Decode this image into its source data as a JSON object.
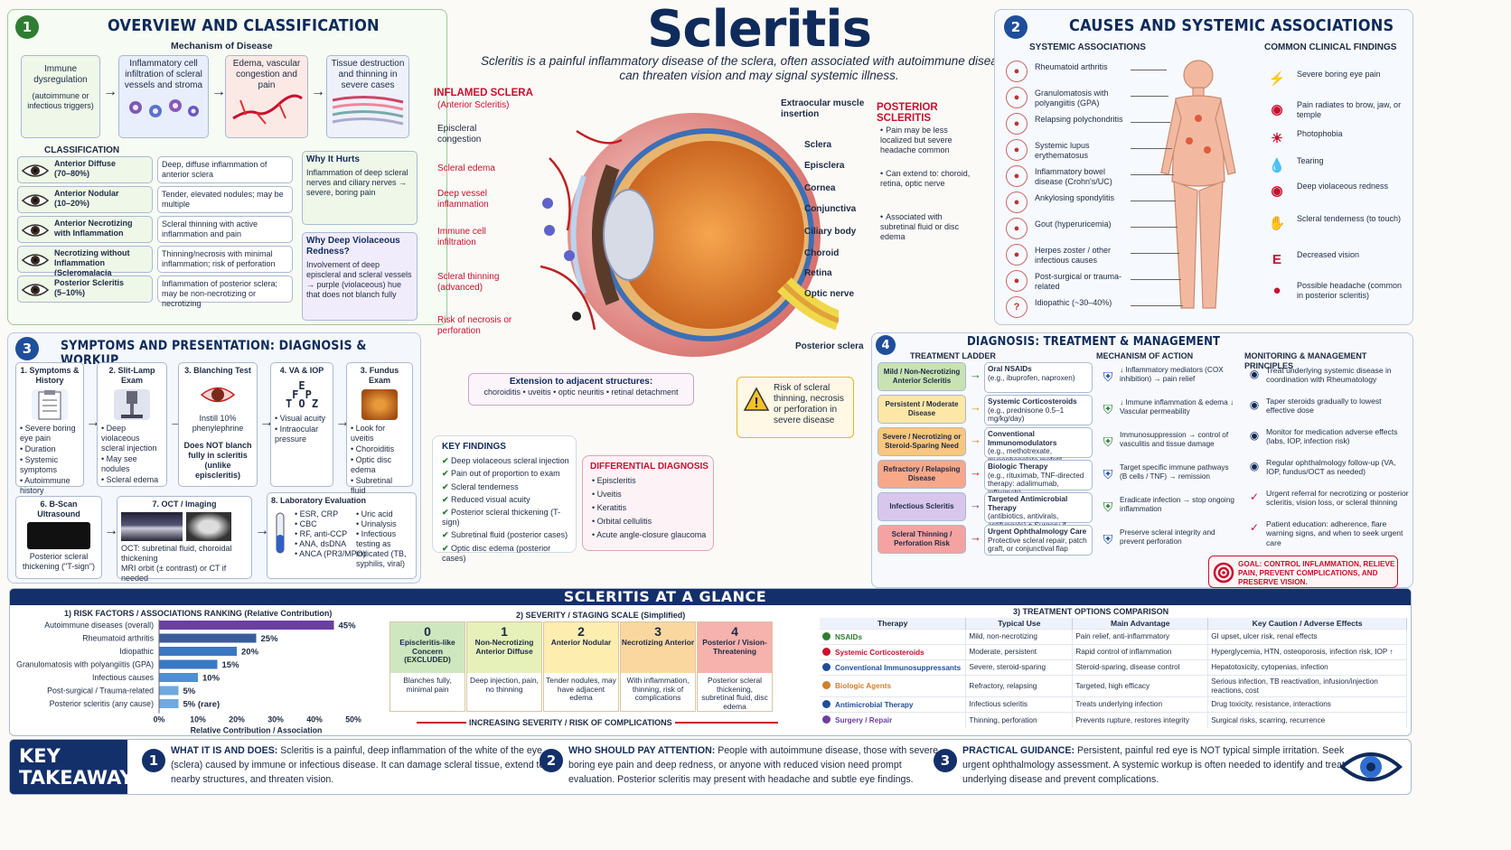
{
  "title": "Scleritis",
  "subtitle": "Scleritis is a painful inflammatory disease of the sclera, often associated with autoimmune disease, that can threaten vision and may signal systemic illness.",
  "colors": {
    "navy": "#0f2b5b",
    "red": "#c8102e",
    "green": "#2e7d32",
    "blue": "#1f4e9a",
    "purple": "#6a3fa0"
  },
  "s1": {
    "num": "1",
    "title": "OVERVIEW AND CLASSIFICATION",
    "mech_title": "Mechanism of Disease",
    "mech": [
      {
        "label": "Immune dysregulation",
        "note": "(autoimmune or infectious triggers)"
      },
      {
        "label": "Inflammatory cell infiltration of scleral vessels and stroma"
      },
      {
        "label": "Edema, vascular congestion and pain"
      },
      {
        "label": "Tissue destruction and thinning in severe cases"
      }
    ],
    "class_title": "CLASSIFICATION",
    "classes": [
      {
        "name": "Anterior Diffuse",
        "pct": "(70–80%)",
        "desc": "Deep, diffuse inflammation of anterior sclera"
      },
      {
        "name": "Anterior Nodular",
        "pct": "(10–20%)",
        "desc": "Tender, elevated nodules; may be multiple"
      },
      {
        "name": "Anterior Necrotizing with Inflammation",
        "pct": "",
        "desc": "Scleral thinning with active inflammation and pain"
      },
      {
        "name": "Necrotizing without Inflammation",
        "pct": "(Scleromalacia Perforans)",
        "desc": "Thinning/necrosis with minimal inflammation; risk of perforation"
      },
      {
        "name": "Posterior Scleritis",
        "pct": "(5–10%)",
        "desc": "Inflammation of posterior sclera; may be non-necrotizing or necrotizing"
      }
    ],
    "why_hurts_title": "Why It Hurts",
    "why_hurts": "Inflammation of deep scleral nerves and ciliary nerves → severe, boring pain",
    "why_violet_title": "Why Deep Violaceous Redness?",
    "why_violet": "Involvement of deep episcleral and scleral vessels → purple (violaceous) hue that does not blanch fully"
  },
  "eye": {
    "left_title": "INFLAMED SCLERA",
    "left_sub": "(Anterior Scleritis)",
    "left_labels": [
      "Episcleral congestion",
      "Scleral edema",
      "Deep vessel inflammation",
      "Immune cell infiltration",
      "Scleral thinning (advanced)",
      "Risk of necrosis or perforation"
    ],
    "right_labels": [
      "Extraocular muscle insertion",
      "Sclera",
      "Episclera",
      "Cornea",
      "Conjunctiva",
      "Ciliary body",
      "Choroid",
      "Retina",
      "Optic nerve",
      "Posterior sclera"
    ],
    "post_title": "POSTERIOR SCLERITIS",
    "post_items": [
      "Pain may be less localized but severe headache common",
      "Can extend to: choroid, retina, optic nerve",
      "Associated with subretinal fluid or disc edema"
    ],
    "ext_title": "Extension to adjacent structures:",
    "ext_text": "choroiditis • uveitis • optic neuritis • retinal detachment",
    "risk": "Risk of scleral thinning, necrosis or perforation in severe disease"
  },
  "s2": {
    "num": "2",
    "title": "CAUSES AND SYSTEMIC ASSOCIATIONS",
    "sys_title": "SYSTEMIC ASSOCIATIONS",
    "sys": [
      "Rheumatoid arthritis",
      "Granulomatosis with polyangiitis (GPA)",
      "Relapsing polychondritis",
      "Systemic lupus erythematosus",
      "Inflammatory bowel disease (Crohn's/UC)",
      "Ankylosing spondylitis",
      "Gout (hyperuricemia)",
      "Herpes zoster / other infectious causes",
      "Post-surgical or trauma-related",
      "Idiopathic (~30–40%)"
    ],
    "find_title": "COMMON CLINICAL FINDINGS",
    "find": [
      "Severe boring eye pain",
      "Pain radiates to brow, jaw, or temple",
      "Photophobia",
      "Tearing",
      "Deep violaceous redness",
      "Scleral tenderness (to touch)",
      "Decreased vision",
      "Possible headache (common in posterior scleritis)"
    ]
  },
  "s3": {
    "num": "3",
    "title": "SYMPTOMS AND PRESENTATION: DIAGNOSIS & WORKUP",
    "steps": [
      {
        "title": "1. Symptoms & History",
        "items": [
          "Severe boring eye pain",
          "Duration",
          "Systemic symptoms",
          "Autoimmune history"
        ]
      },
      {
        "title": "2. Slit-Lamp Exam",
        "items": [
          "Deep violaceous scleral injection",
          "May see nodules",
          "Scleral edema"
        ]
      },
      {
        "title": "3. Blanching Test",
        "items": [
          "Instill 10% phenylephrine"
        ],
        "note": "Does NOT blanch fully in scleritis (unlike episcleritis)"
      },
      {
        "title": "4. VA & IOP",
        "items": [
          "Visual acuity",
          "Intraocular pressure"
        ]
      },
      {
        "title": "3. Fundus Exam",
        "items": [
          "Look for uveitis",
          "Choroiditis",
          "Optic disc edema",
          "Subretinal fluid"
        ]
      }
    ],
    "bscan_title": "6. B-Scan Ultrasound",
    "bscan_note": "Posterior scleral thickening (\"T-sign\")",
    "oct_title": "7. OCT / Imaging",
    "oct_items": [
      "OCT: subretinal fluid, choroidal thickening",
      "MRI orbit (± contrast) or CT if needed"
    ],
    "lab_title": "8. Laboratory Evaluation",
    "lab_a": [
      "ESR, CRP",
      "CBC",
      "RF, anti-CCP",
      "ANA, dsDNA",
      "ANCA (PR3/MPO)"
    ],
    "lab_b": [
      "Uric acid",
      "Urinalysis",
      "Infectious testing as indicated (TB, syphilis, viral)"
    ],
    "key_title": "KEY FINDINGS",
    "key": [
      "Deep violaceous scleral injection",
      "Pain out of proportion to exam",
      "Scleral tenderness",
      "Reduced visual acuity",
      "Posterior scleral thickening (T-sign)",
      "Subretinal fluid (posterior cases)",
      "Optic disc edema (posterior cases)"
    ],
    "ddx_title": "DIFFERENTIAL DIAGNOSIS",
    "ddx": [
      "Episcleritis",
      "Uveitis",
      "Keratitis",
      "Orbital cellulitis",
      "Acute angle-closure glaucoma"
    ]
  },
  "s4": {
    "num": "4",
    "title": "DIAGNOSIS: TREATMENT & MANAGEMENT",
    "ladder_title": "TREATMENT LADDER",
    "moa_title": "MECHANISM OF ACTION",
    "mon_title": "MONITORING & MANAGEMENT PRINCIPLES",
    "ladder": [
      {
        "stage": "Mild / Non-Necrotizing Anterior Scleritis",
        "tx": "Oral NSAIDs",
        "txs": "(e.g., ibuprofen, naproxen)",
        "moa": "↓ Inflammatory mediators (COX inhibition) → pain relief",
        "color": "#c9e2b3"
      },
      {
        "stage": "Persistent / Moderate Disease",
        "tx": "Systemic Corticosteroids",
        "txs": "(e.g., prednisone 0.5–1 mg/kg/day)",
        "moa": "↓ Immune inflammation & edema ↓ Vascular permeability",
        "color": "#fde7a6"
      },
      {
        "stage": "Severe / Necrotizing or Steroid-Sparing Need",
        "tx": "Conventional Immunomodulators",
        "txs": "(e.g., methotrexate, mycophenolate mofetil, azathioprine)",
        "moa": "Immunosuppression → control of vasculitis and tissue damage",
        "color": "#f9c77d"
      },
      {
        "stage": "Refractory / Relapsing Disease",
        "tx": "Biologic Therapy",
        "txs": "(e.g., rituximab, TNF-directed therapy: adalimumab, infliximab)",
        "moa": "Target specific immune pathways (B cells / TNF) → remission",
        "color": "#f7a889"
      },
      {
        "stage": "Infectious Scleritis",
        "tx": "Targeted Antimicrobial Therapy",
        "txs": "(antibiotics, antivirals, antifungals) ± Surgery if abscess",
        "moa": "Eradicate infection → stop ongoing inflammation",
        "color": "#d9c6ec"
      },
      {
        "stage": "Scleral Thinning / Perforation Risk",
        "tx": "Urgent Ophthalmology Care",
        "txs": "Protective scleral repair, patch graft, or conjunctival flap",
        "moa": "Preserve scleral integrity and prevent perforation",
        "color": "#f4a3a0"
      }
    ],
    "mon": [
      "Treat underlying systemic disease in coordination with Rheumatology",
      "Taper steroids gradually to lowest effective dose",
      "Monitor for medication adverse effects (labs, IOP, infection risk)",
      "Regular ophthalmology follow-up (VA, IOP, fundus/OCT as needed)",
      "Urgent referral for necrotizing or posterior scleritis, vision loss, or scleral thinning",
      "Patient education: adherence, flare warning signs, and when to seek urgent care"
    ],
    "goal": "GOAL: CONTROL INFLAMMATION, RELIEVE PAIN, PREVENT COMPLICATIONS, AND PRESERVE VISION."
  },
  "glance": {
    "title": "SCLERITIS AT A GLANCE",
    "rf_title": "1) RISK FACTORS / ASSOCIATIONS RANKING (Relative Contribution)",
    "chart_data": {
      "type": "bar",
      "categories": [
        "Autoimmune diseases (overall)",
        "Rheumatoid arthritis",
        "Idiopathic",
        "Granulomatosis with polyangiitis (GPA)",
        "Infectious causes",
        "Post-surgical / Trauma-related",
        "Posterior scleritis (any cause)"
      ],
      "values": [
        45,
        25,
        20,
        15,
        10,
        5,
        5
      ],
      "value_labels": [
        "45%",
        "25%",
        "20%",
        "15%",
        "10%",
        "5%",
        "5% (rare)"
      ],
      "xticks": [
        "0%",
        "10%",
        "20%",
        "30%",
        "40%",
        "50%"
      ],
      "xlim": [
        0,
        50
      ],
      "xlabel": "Relative Contribution / Association",
      "colors": [
        "#6b3fa0",
        "#3a5c9c",
        "#3a78c4",
        "#3a78c4",
        "#4f8fd4",
        "#6fa8e0",
        "#6fa8e0"
      ]
    },
    "sev_title": "2) SEVERITY / STAGING SCALE (Simplified)",
    "sev": [
      {
        "n": "0",
        "name": "Episcleritis-like Concern (EXCLUDED)",
        "desc": "Blanches fully, minimal pain",
        "color": "#cfe7bf"
      },
      {
        "n": "1",
        "name": "Non-Necrotizing Anterior Diffuse",
        "desc": "Deep injection, pain, no thinning",
        "color": "#e6f0b9"
      },
      {
        "n": "2",
        "name": "Anterior Nodular",
        "desc": "Tender nodules, may have adjacent edema",
        "color": "#fdeeb0"
      },
      {
        "n": "3",
        "name": "Necrotizing Anterior",
        "desc": "With inflammation, thinning, risk of complications",
        "color": "#fbd7a0"
      },
      {
        "n": "4",
        "name": "Posterior / Vision-Threatening",
        "desc": "Posterior scleral thickening, subretinal fluid, disc edema",
        "color": "#f6b2ad"
      }
    ],
    "sev_axis": "INCREASING SEVERITY / RISK OF COMPLICATIONS",
    "tx_title": "3) TREATMENT OPTIONS COMPARISON",
    "tx_head": [
      "Therapy",
      "Typical Use",
      "Main Advantage",
      "Key Caution / Adverse Effects"
    ],
    "tx_rows": [
      [
        "NSAIDs",
        "Mild, non-necrotizing",
        "Pain relief, anti-inflammatory",
        "GI upset, ulcer risk, renal effects"
      ],
      [
        "Systemic Corticosteroids",
        "Moderate, persistent",
        "Rapid control of inflammation",
        "Hyperglycemia, HTN, osteoporosis, infection risk, IOP ↑"
      ],
      [
        "Conventional Immunosuppressants",
        "Severe, steroid-sparing",
        "Steroid-sparing, disease control",
        "Hepatotoxicity, cytopenias, infection"
      ],
      [
        "Biologic Agents",
        "Refractory, relapsing",
        "Targeted, high efficacy",
        "Serious infection, TB reactivation, infusion/injection reactions, cost"
      ],
      [
        "Antimicrobial Therapy",
        "Infectious scleritis",
        "Treats underlying infection",
        "Drug toxicity, resistance, interactions"
      ],
      [
        "Surgery / Repair",
        "Thinning, perforation",
        "Prevents rupture, restores integrity",
        "Surgical risks, scarring, recurrence"
      ]
    ]
  },
  "takeaways": {
    "title1": "KEY",
    "title2": "TAKEAWAYS",
    "items": [
      {
        "n": "1",
        "head": "WHAT IT IS AND DOES:",
        "body": " Scleritis is a painful, deep inflammation of the white of the eye (sclera) caused by immune or infectious disease. It can damage scleral tissue, extend to nearby structures, and threaten vision."
      },
      {
        "n": "2",
        "head": "WHO SHOULD PAY ATTENTION:",
        "body": " People with autoimmune disease, those with severe boring eye pain and deep redness, or anyone with reduced vision need prompt evaluation. Posterior scleritis may present with headache and subtle eye findings."
      },
      {
        "n": "3",
        "head": "PRACTICAL GUIDANCE:",
        "body": " Persistent, painful red eye is NOT typical simple irritation. Seek urgent ophthalmology assessment. A systemic workup is often needed to identify and treat underlying disease and prevent complications."
      }
    ]
  },
  "icons": [
    "eye-icon",
    "arrow-right-icon",
    "body-figure-icon",
    "warning-icon",
    "shield-icon",
    "target-icon",
    "check-icon"
  ]
}
